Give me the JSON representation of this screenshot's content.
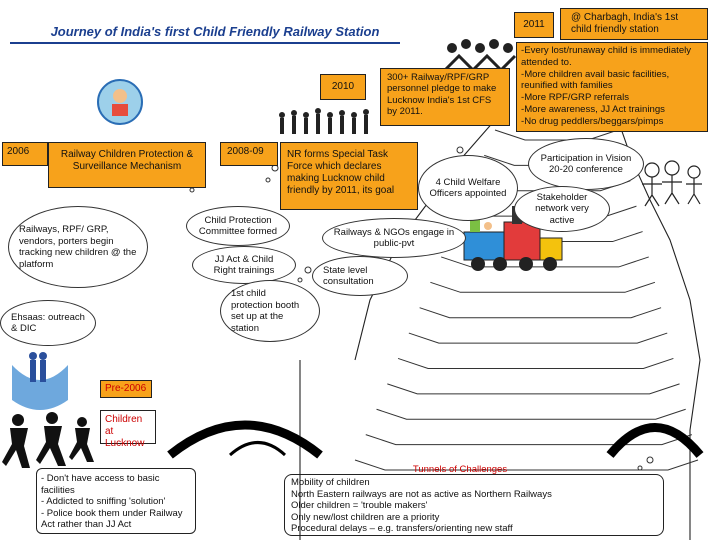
{
  "title": "Journey of India's first Child Friendly Railway Station",
  "year_2011": "2011",
  "charbagh": "@ Charbagh, India's 1st child friendly station",
  "outcomes_2011": [
    "-Every lost/runaway child is immediately attended to.",
    "-More children avail basic facilities, reunified with families",
    "-More RPF/GRP referrals",
    "-More awareness, JJ Act trainings",
    "-No drug peddlers/beggars/pimps"
  ],
  "year_2010": "2010",
  "pledge_2010": "300+ Railway/RPF/GRP personnel pledge to make Lucknow India's 1st CFS by 2011.",
  "year_2006": "2006",
  "mechanism": "Railway Children Protection & Surveillance Mechanism",
  "year_2008_09": "2008-09",
  "nr_task_force": "NR forms Special Task Force which declares making Lucknow child friendly by 2011, its goal",
  "welfare_officers": "4 Child Welfare Officers appointed",
  "participation": "Participation in Vision 20-20 conference",
  "stakeholder": "Stakeholder network very active",
  "railways_rpf": "Railways, RPF/ GRP, vendors, porters begin tracking new children @ the platform",
  "cpc": "Child Protection Committee formed",
  "ngos": "Railways & NGOs engage in public-pvt",
  "jj_act": "JJ Act & Child Right trainings",
  "state_level": "State level consultation",
  "booth": "1st child protection booth set up at the station",
  "ehsaas": "Ehsaas: outreach & DIC",
  "pre_2006": "Pre-2006",
  "children_at_lucknow": "Children at Lucknow",
  "pre_issues": [
    "- Don't have access to basic facilities",
    "- Addicted to sniffing 'solution'",
    "- Police book them under Railway Act rather than JJ Act"
  ],
  "tunnels_title": "Tunnels of Challenges",
  "challenges": [
    "Mobility of children",
    "North Eastern railways are not as active as Northern Railways",
    "Older children = 'trouble makers'",
    "Only new/lost children are a priority",
    "Procedural delays – e.g. transfers/orienting new staff"
  ],
  "colors": {
    "accent": "#f7a21b",
    "title_blue": "#1b3f8f",
    "year_box": "#f7a21b",
    "red_text": "#cc0000"
  }
}
